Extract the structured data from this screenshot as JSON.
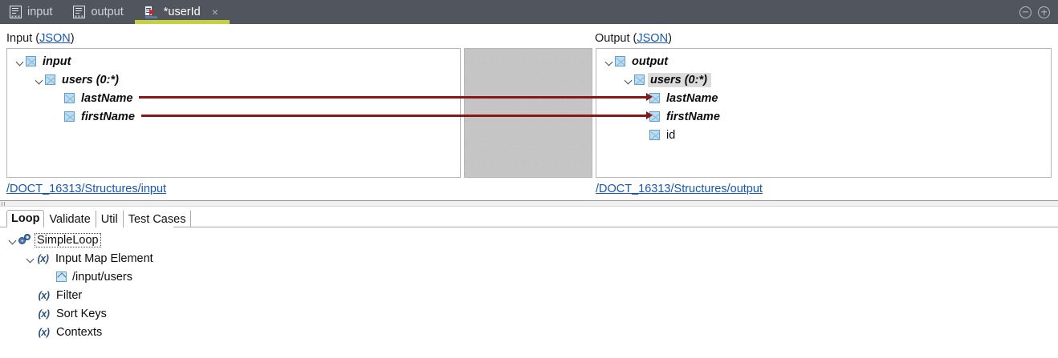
{
  "window": {
    "tabs": [
      {
        "label": "input",
        "icon": "table-document-icon",
        "active": false,
        "closable": false
      },
      {
        "label": "output",
        "icon": "table-document-icon",
        "active": false,
        "closable": false
      },
      {
        "label": "*userId",
        "icon": "mapping-transform-icon",
        "active": true,
        "closable": true
      }
    ],
    "close_glyph": "×",
    "controls": [
      {
        "name": "minimize-button",
        "glyph": "minus"
      },
      {
        "name": "maximize-button",
        "glyph": "plus"
      }
    ]
  },
  "input_panel": {
    "label_prefix": "Input (",
    "label_link": "JSON",
    "label_suffix": ")",
    "path_link": "/DOCT_16313/Structures/input",
    "tree": [
      {
        "label": "input",
        "indent": 0,
        "expanded": true,
        "bold_italic": true,
        "selected": false
      },
      {
        "label": "users (0:*)",
        "indent": 1,
        "expanded": true,
        "bold_italic": true,
        "selected": false
      },
      {
        "label": "lastName",
        "indent": 2,
        "expanded": null,
        "bold_italic": true,
        "selected": false
      },
      {
        "label": "firstName",
        "indent": 2,
        "expanded": null,
        "bold_italic": true,
        "selected": false
      }
    ]
  },
  "output_panel": {
    "label_prefix": "Output (",
    "label_link": "JSON",
    "label_suffix": ")",
    "path_link": "/DOCT_16313/Structures/output",
    "tree": [
      {
        "label": "output",
        "indent": 0,
        "expanded": true,
        "bold_italic": true,
        "selected": false
      },
      {
        "label": "users (0:*)",
        "indent": 1,
        "expanded": true,
        "bold_italic": true,
        "selected": true
      },
      {
        "label": "lastName",
        "indent": 2,
        "expanded": null,
        "bold_italic": true,
        "selected": false
      },
      {
        "label": "firstName",
        "indent": 2,
        "expanded": null,
        "bold_italic": true,
        "selected": false
      },
      {
        "label": "id",
        "indent": 2,
        "expanded": null,
        "bold_italic": false,
        "selected": false
      }
    ]
  },
  "mapping": {
    "line_color": "#8b1616",
    "links": [
      {
        "from": "input.users.lastName",
        "to": "output.users.lastName"
      },
      {
        "from": "input.users.firstName",
        "to": "output.users.firstName"
      }
    ]
  },
  "bottom": {
    "tabs": [
      {
        "label": "Loop",
        "active": true
      },
      {
        "label": "Validate",
        "active": false
      },
      {
        "label": "Util",
        "active": false
      },
      {
        "label": "Test Cases",
        "active": false
      }
    ],
    "tree": [
      {
        "label": "SimpleLoop",
        "indent": 0,
        "icon": "gears-icon",
        "expanded": true,
        "focused": true
      },
      {
        "label": "Input Map Element",
        "indent": 1,
        "icon": "variable-icon",
        "expanded": true,
        "focused": false
      },
      {
        "label": "/input/users",
        "indent": 2,
        "icon": "leaf-path-icon",
        "expanded": null,
        "focused": false
      },
      {
        "label": "Filter",
        "indent": 1,
        "icon": "variable-icon",
        "expanded": null,
        "focused": false
      },
      {
        "label": "Sort Keys",
        "indent": 1,
        "icon": "variable-icon",
        "expanded": null,
        "focused": false
      },
      {
        "label": "Contexts",
        "indent": 1,
        "icon": "variable-icon",
        "expanded": null,
        "focused": false
      }
    ],
    "variable_glyph": "(x)"
  },
  "colors": {
    "titlebar_bg": "#50555e",
    "active_tab_underline": "#c4d140",
    "link": "#1555c0",
    "mapping_line": "#8b1616",
    "selection_bg": "#dcdcdc"
  }
}
